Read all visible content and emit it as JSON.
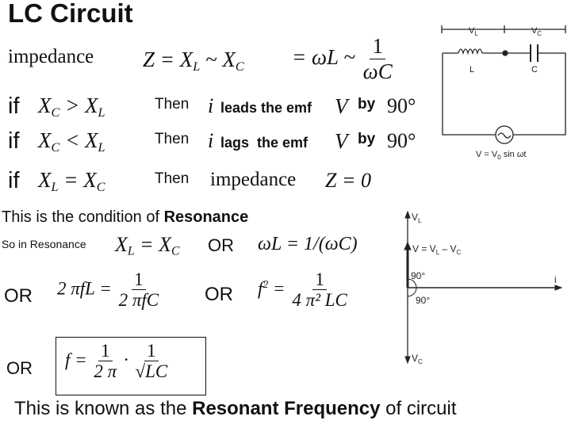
{
  "title": "LC Circuit",
  "impedance_row": {
    "word": "impedance",
    "eq1": "Z = X",
    "sub_L": "L",
    "tilde": " ~ X",
    "sub_C": "C",
    "eq2": "= ωL ~",
    "num": "1",
    "den": "ωC"
  },
  "cond1": {
    "if": "if",
    "lhs": "X",
    "s1": "C",
    "op": " > X",
    "s2": "L",
    "then": "Then",
    "i": "i",
    "text": "leads the emf",
    "V": "V",
    "by": "by",
    "angle": "90°"
  },
  "cond2": {
    "if": "if",
    "lhs": "X",
    "s1": "C",
    "op": " < X",
    "s2": "L",
    "then": "Then",
    "i": "i",
    "text": "lags  the emf",
    "V": "V",
    "by": "by",
    "angle": "90°"
  },
  "cond3": {
    "if": "if",
    "lhs": "X",
    "s1": "L",
    "op": " = X",
    "s2": "C",
    "then": "Then",
    "result": "impedance",
    "result_eq": "Z = 0"
  },
  "condition_text": {
    "prefix": "This is the condition of",
    "bold": "Resonance"
  },
  "resonance_row": {
    "label": "So in Resonance",
    "eq_a": "X",
    "s1": "L",
    "eq_b": " = X",
    "s2": "C",
    "or": "OR",
    "eq2": "ωL = 1/(ωC)"
  },
  "row_or2": {
    "or1": "OR",
    "lhs": "2 πfL =",
    "num": "1",
    "den": "2 πfC",
    "or2": "OR",
    "lhs2": "f",
    "sup": "2",
    "eq": " =",
    "num2": "1",
    "den2": "4 π² LC"
  },
  "row_or3": {
    "or": "OR",
    "lhs": "f =",
    "num1": "1",
    "den1": "2 π",
    "dot": "·",
    "num2": "1",
    "den2": "√LC"
  },
  "footer": {
    "prefix": "This is known as the ",
    "bold": "Resonant Frequency",
    "suffix": " of circuit"
  },
  "circuit": {
    "vl": "V",
    "vl_sub": "L",
    "vc": "V",
    "vc_sub": "C",
    "L": "L",
    "C": "C",
    "source": "V = V",
    "source_sub": "0",
    "source_rest": " sin ωt"
  },
  "phasor": {
    "vl": "V",
    "vl_sub": "L",
    "v": "V = V",
    "v_sub1": "L",
    "v_mid": " – V",
    "v_sub2": "C",
    "a1": "90°",
    "a2": "90°",
    "i": "i",
    "vc": "V",
    "vc_sub": "C"
  }
}
